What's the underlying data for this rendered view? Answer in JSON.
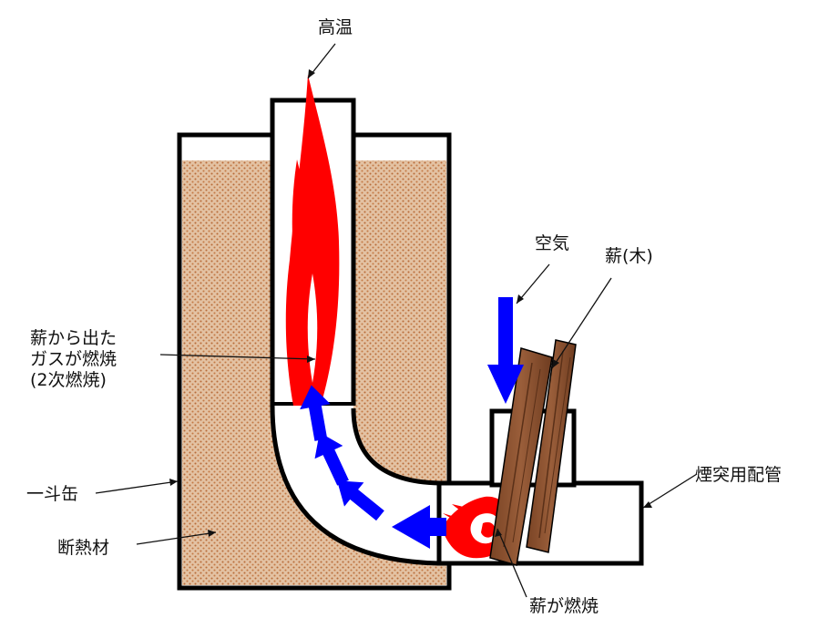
{
  "labels": {
    "high_temp": "高温",
    "air": "空気",
    "firewood": "薪(木)",
    "gas_combustion": [
      "薪から出た",
      "ガスが燃焼",
      "(2次燃焼)"
    ],
    "can": "一斗缶",
    "insulation": "断熱材",
    "chimney_pipe": "煙突用配管",
    "wood_burning": "薪が燃焼"
  },
  "colors": {
    "outline": "#000000",
    "insulation_fill": "#e3c2a3",
    "insulation_dots": "#c47a45",
    "flame": "#ff0000",
    "arrow": "#0000ff",
    "wood": "#8c5432",
    "wood_grain": "#5a3018"
  }
}
